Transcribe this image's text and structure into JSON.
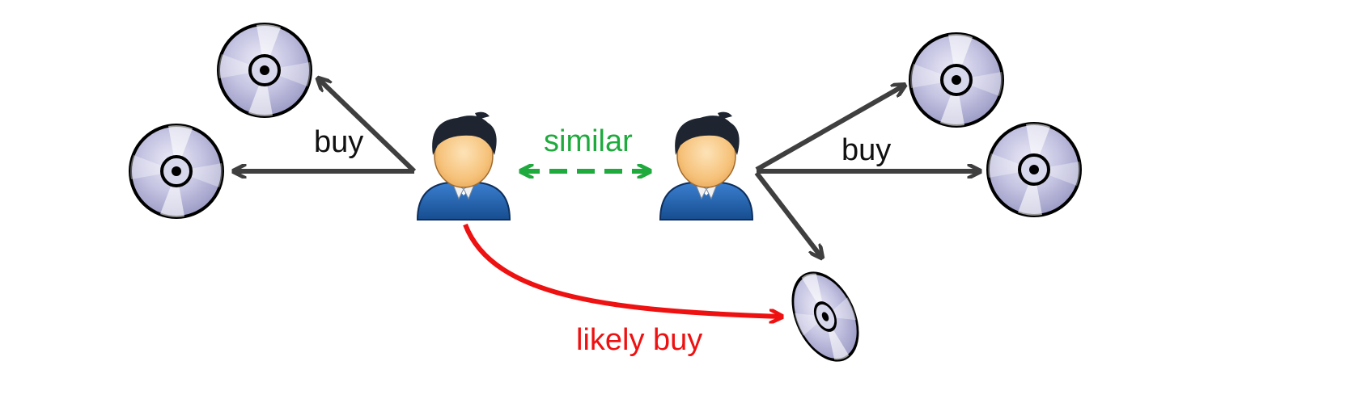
{
  "labels": {
    "left_buy": "buy",
    "right_buy": "buy",
    "similar": "similar",
    "likely_buy": "likely buy"
  },
  "nodes": {
    "users": [
      "user-a",
      "user-b"
    ],
    "cds": [
      "cd-a1",
      "cd-a2",
      "cd-b1",
      "cd-b2",
      "cd-recommended"
    ]
  },
  "colors": {
    "buy_arrow": "#3f3f3f",
    "buy_text": "#111111",
    "similar": "#1faa3d",
    "likely_buy": "#ee1111",
    "shirt": "#1f5fa8",
    "hair": "#1e2530",
    "skin": "#f6c57f",
    "disc": "#c9c9e6"
  }
}
